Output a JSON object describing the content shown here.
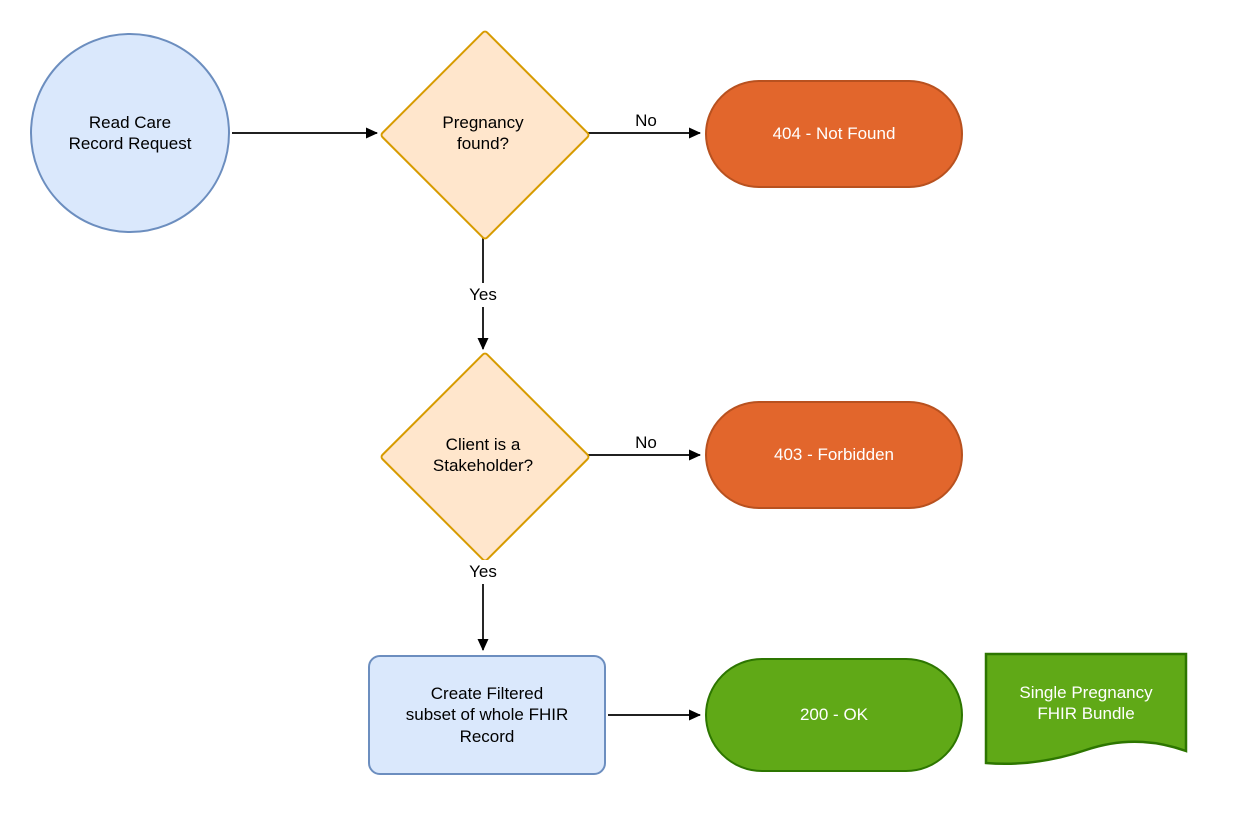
{
  "nodes": {
    "start": {
      "label": "Read Care\nRecord Request"
    },
    "pregnancy_decision": {
      "label": "Pregnancy\nfound?"
    },
    "stakeholder_decision": {
      "label": "Client is a\nStakeholder?"
    },
    "filter_process": {
      "label": "Create Filtered\nsubset of whole FHIR\nRecord"
    },
    "not_found": {
      "label": "404 - Not Found"
    },
    "forbidden": {
      "label": "403 - Forbidden"
    },
    "ok": {
      "label": "200 - OK"
    },
    "bundle_document": {
      "label": "Single Pregnancy\nFHIR Bundle"
    }
  },
  "edges": {
    "no_pregnancy": {
      "label": "No"
    },
    "yes_pregnancy": {
      "label": "Yes"
    },
    "no_stakeholder": {
      "label": "No"
    },
    "yes_stakeholder": {
      "label": "Yes"
    }
  },
  "colors": {
    "start_fill": "#dae8fc",
    "start_stroke": "#6c8ebf",
    "decision_fill": "#ffe6cc",
    "decision_stroke": "#d79b00",
    "error_fill": "#e2662c",
    "error_stroke": "#b8511f",
    "success_fill": "#60a917",
    "success_stroke": "#2d7600",
    "connector": "#000000",
    "text_dark": "#000000",
    "text_light": "#ffffff"
  }
}
